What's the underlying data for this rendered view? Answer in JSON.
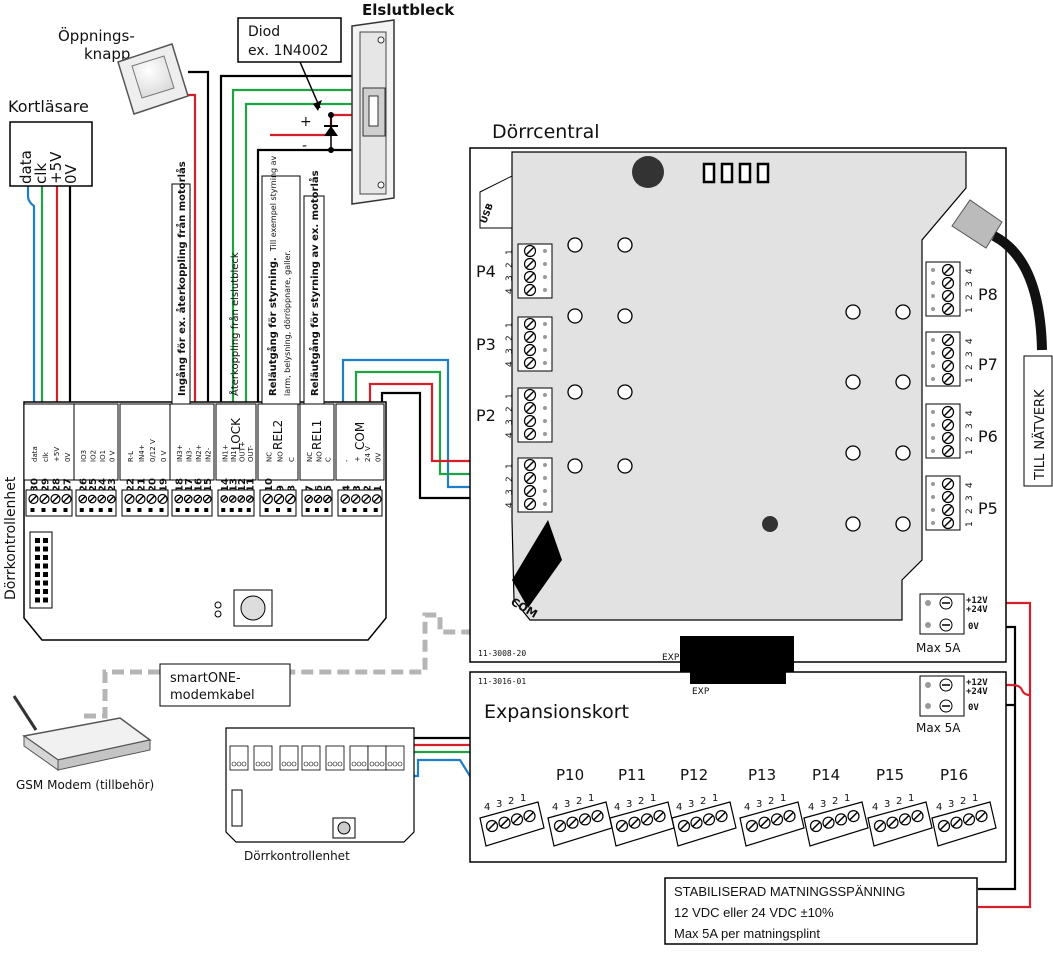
{
  "labels": {
    "opening_button": [
      "Öppnings-",
      "knapp"
    ],
    "card_reader": "Kortläsare",
    "card_reader_pins": [
      "data",
      "clk",
      "+5V",
      "0V"
    ],
    "diode": [
      "Diod",
      "ex. 1N4002"
    ],
    "strike": "Elslutbleck",
    "plus": "+",
    "minus": "-",
    "door_central": "Dörrcentral",
    "door_unit": "Dörrkontrollenhet",
    "door_unit_small": "Dörrkontrollenhet",
    "expansion": "Expansionskort",
    "usb": "USB",
    "com": "COM",
    "to_network": "TILL NÄTVERK",
    "modem_cable": [
      "smartONE-",
      "modemkabel"
    ],
    "gsm_modem": "GSM Modem (tillbehör)",
    "exp": "EXP",
    "pcb_main": "11-3008-20",
    "pcb_exp": "11-3016-01",
    "max": "Max 5A",
    "supply_plus": [
      "+12V",
      "+24V"
    ],
    "supply_zero": "0V",
    "callout_in3": "Ingång för ex. återkoppling från motorlås",
    "callout_lock": "Återkoppling från elslutbleck",
    "callout_rel2_bold": "Reläutgång för styrning.",
    "callout_rel2_rest": [
      "Till exempel styrning av",
      "larm, belysning, dörröppnare, galler."
    ],
    "callout_rel1": "Reläutgång för styrning av ex. motorlås",
    "power_box": [
      "STABILISERAD MATNINGSSPÄNNING",
      "12 VDC eller 24 VDC ±10%",
      "Max 5A per matningsplint"
    ]
  },
  "central_ports_left": [
    "P4",
    "P3",
    "P2"
  ],
  "central_ports_right": [
    "P8",
    "P7",
    "P6",
    "P5"
  ],
  "expansion_ports": [
    "P10",
    "P11",
    "P12",
    "P13",
    "P14",
    "P15",
    "P16"
  ],
  "pin_numbers": [
    "1",
    "2",
    "3",
    "4"
  ],
  "pin_numbers_rev": [
    "4",
    "3",
    "2",
    "1"
  ],
  "terminal_groups": [
    {
      "name": "reader",
      "nums": [
        "30",
        "29",
        "28",
        "27"
      ],
      "labels": [
        "data",
        "clk",
        "+5V",
        "0V"
      ]
    },
    {
      "name": "io",
      "nums": [
        "26",
        "25",
        "24",
        "23"
      ],
      "labels": [
        "IO3",
        "IO2",
        "IO1",
        "0 V"
      ]
    },
    {
      "name": "rl",
      "nums": [
        "22",
        "21",
        "20",
        "19"
      ],
      "labels": [
        "R-L",
        "IN4+",
        "0/12 V",
        "0 V"
      ]
    },
    {
      "name": "in3",
      "nums": [
        "18",
        "17",
        "16",
        "15"
      ],
      "labels": [
        "IN3+",
        "IN3-",
        "IN2+",
        "IN2-"
      ]
    },
    {
      "name": "lock",
      "nums": [
        "14",
        "13",
        "12",
        "11"
      ],
      "labels": [
        "IN1+",
        "IN1-",
        "OUT+",
        "OUT-"
      ]
    },
    {
      "name": "rel2",
      "nums": [
        "10",
        "9",
        "8"
      ],
      "labels": [
        "NC",
        "NO",
        "C"
      ]
    },
    {
      "name": "rel1",
      "nums": [
        "7",
        "6",
        "5"
      ],
      "labels": [
        "NC",
        "NO",
        "C"
      ]
    },
    {
      "name": "com",
      "nums": [
        "4",
        "3",
        "2",
        "1"
      ],
      "labels": [
        "-",
        "+",
        "24 V",
        "0V"
      ]
    }
  ],
  "block_titles": {
    "lock": "LOCK",
    "rel2": "REL2",
    "rel1": "REL1",
    "com": "COM"
  },
  "colors": {
    "wire_blue": "#1f7ec8",
    "wire_green": "#1fa243",
    "wire_red": "#d4202a",
    "wire_black": "#000000",
    "board_gray": "#e2e2e2",
    "modem_cable": "#b5b5b5"
  }
}
